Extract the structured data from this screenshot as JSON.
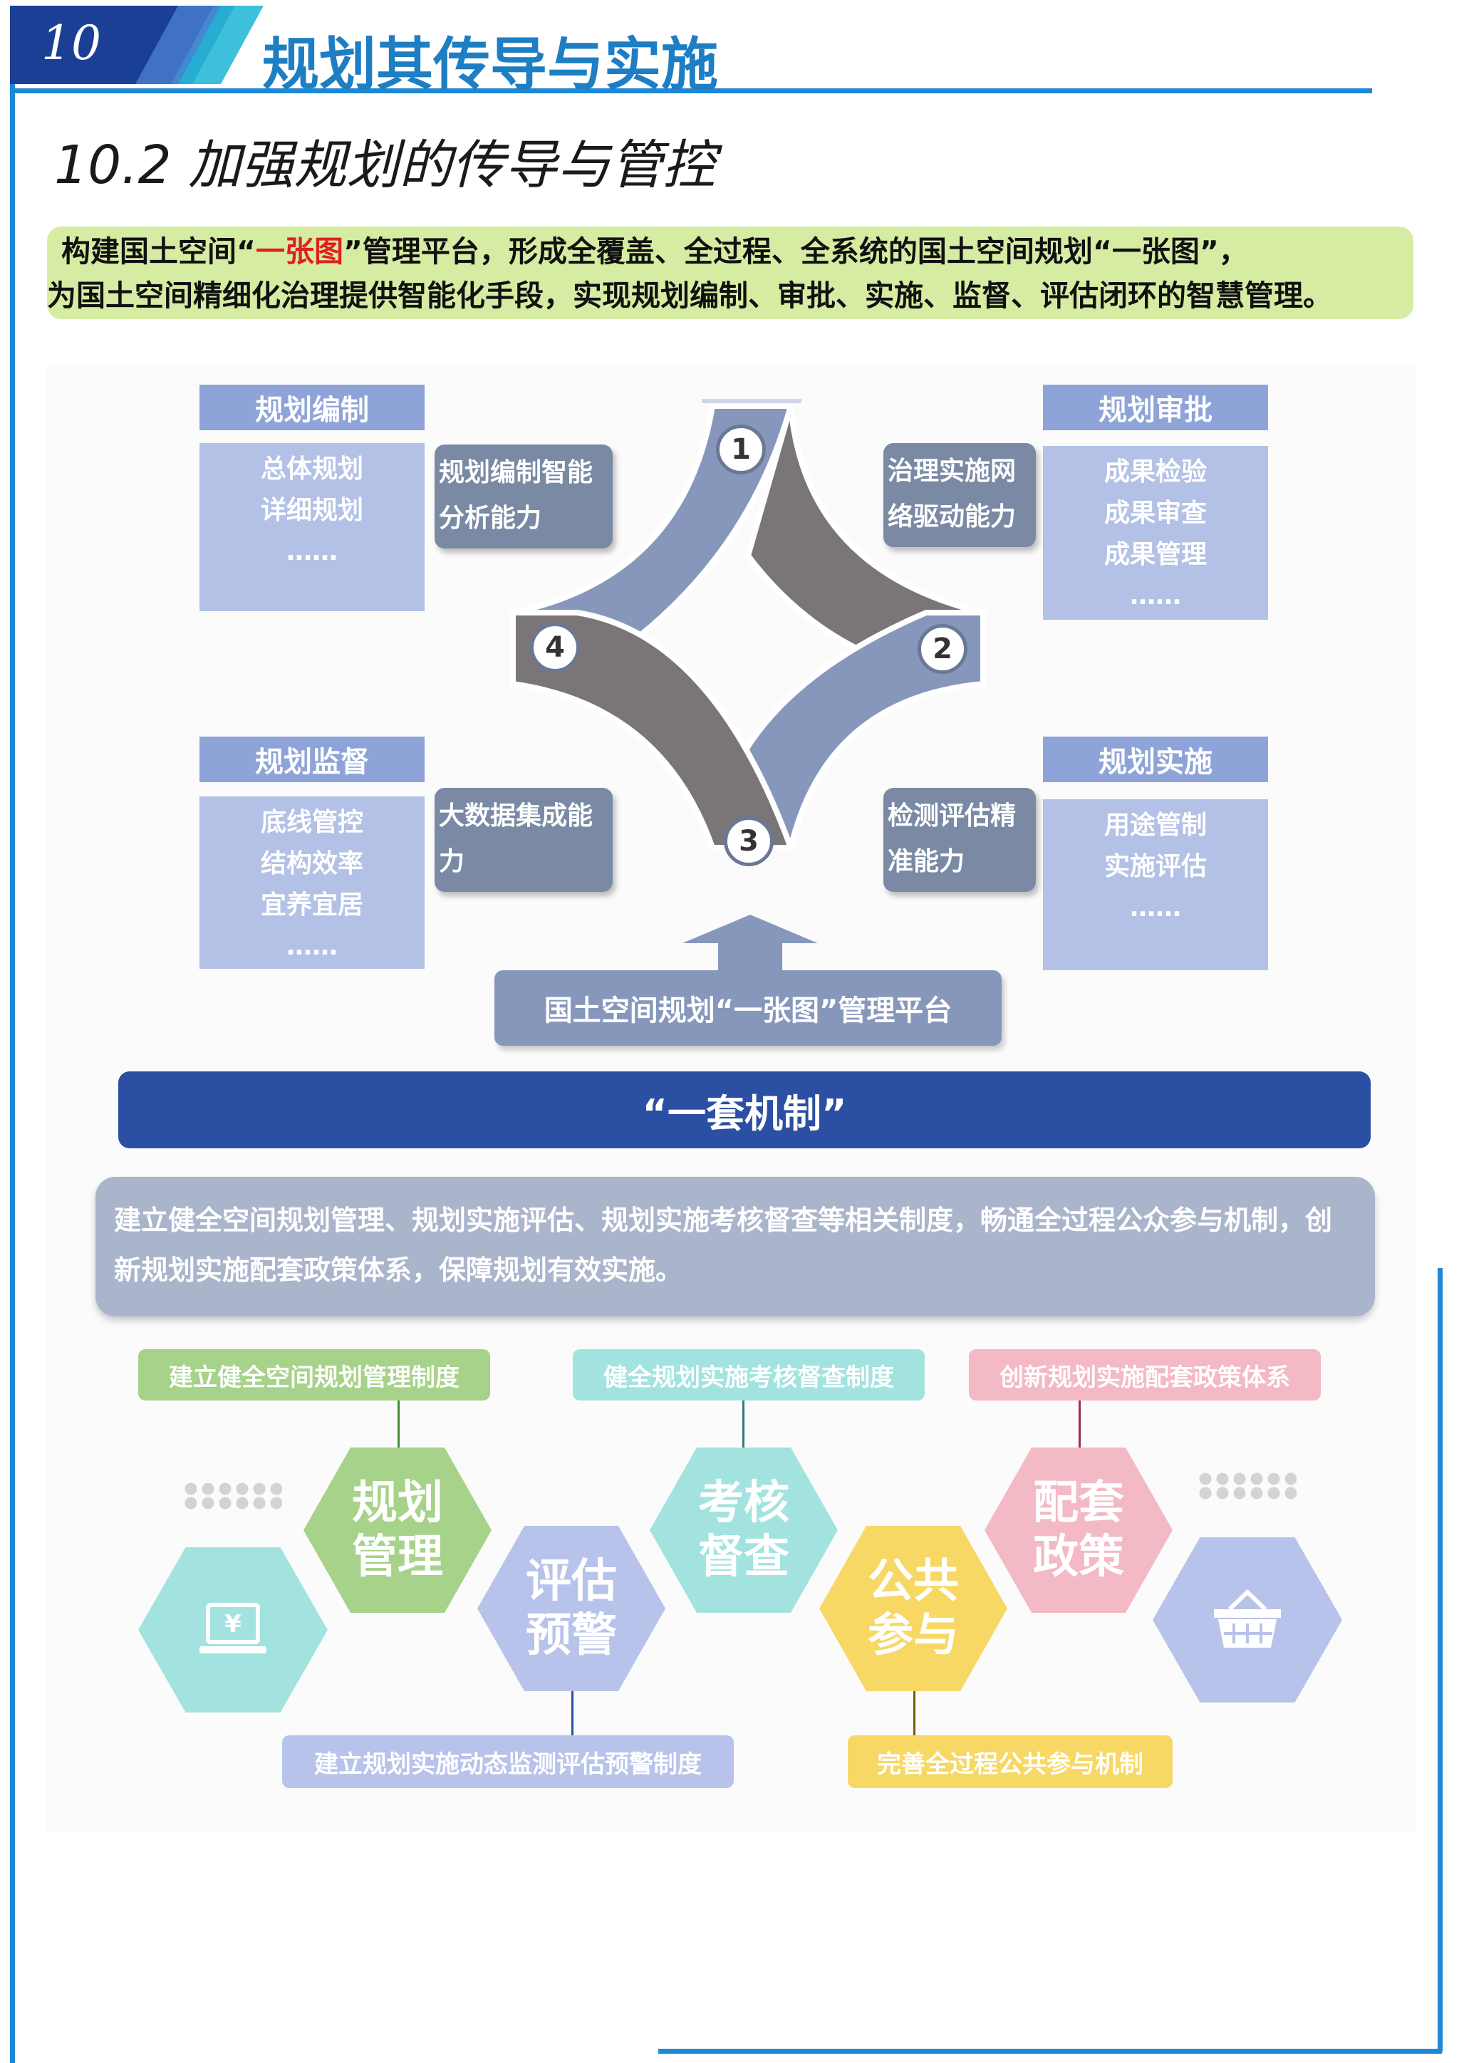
{
  "header": {
    "chapter_number": "10",
    "chapter_title": "规划其传导与实施",
    "section_title": "10.2 加强规划的传导与管控"
  },
  "intro": {
    "line1_before": "构建国土空间“",
    "line1_highlight": "一张图",
    "line1_after": "”管理平台，形成全覆盖、全过程、全系统的国土空间规划“一张图”，",
    "line2": "为国土空间精细化治理提供智能化手段，实现规划编制、审批、实施、监督、评估闭环的智慧管理。"
  },
  "cycle": {
    "badges": [
      "1",
      "2",
      "3",
      "4"
    ],
    "quadrants": {
      "top_left": {
        "header": "规划编制",
        "items": [
          "总体规划",
          "详细规划",
          "……"
        ],
        "capability": "规划编制智能分析能力"
      },
      "top_right": {
        "header": "规划审批",
        "items": [
          "成果检验",
          "成果审查",
          "成果管理",
          "……"
        ],
        "capability": "治理实施网络驱动能力"
      },
      "bottom_left": {
        "header": "规划监督",
        "items": [
          "底线管控",
          "结构效率",
          "宜养宜居",
          "……"
        ],
        "capability": "大数据集成能力"
      },
      "bottom_right": {
        "header": "规划实施",
        "items": [
          "用途管制",
          "实施评估",
          "……"
        ],
        "capability": "检测评估精准能力"
      }
    },
    "platform_label": "国土空间规划“一张图”管理平台"
  },
  "mechanism": {
    "banner": "“一套机制”",
    "description": "建立健全空间规划管理、规划实施评估、规划实施考核督查等相关制度，畅通全过程公众参与机制，创新规划实施配套政策体系，保障规划有效实施。",
    "tags_top": [
      "建立健全空间规划管理制度",
      "健全规划实施考核督查制度",
      "创新规划实施配套政策体系"
    ],
    "tags_bottom": [
      "建立规划实施动态监测评估预警制度",
      "完善全过程公共参与机制"
    ],
    "hexagons": [
      {
        "name": "规划管理",
        "line1": "规划",
        "line2": "管理",
        "color": "#a6d28a"
      },
      {
        "name": "评估预警",
        "line1": "评估",
        "line2": "预警",
        "color": "#b7c3ea"
      },
      {
        "name": "考核督查",
        "line1": "考核",
        "line2": "督查",
        "color": "#a3e3df"
      },
      {
        "name": "公共参与",
        "line1": "公共",
        "line2": "参与",
        "color": "#f7d865"
      },
      {
        "name": "配套政策",
        "line1": "配套",
        "line2": "政策",
        "color": "#f3b9c5"
      }
    ],
    "icons": [
      "laptop-yen-icon",
      "basket-icon",
      "dots-icon"
    ]
  },
  "colors": {
    "accent_blue": "#1e88d6",
    "banner_blue": "#2b4fa2",
    "highlight_red": "#e02020",
    "intro_bg": "#d6eca3"
  }
}
